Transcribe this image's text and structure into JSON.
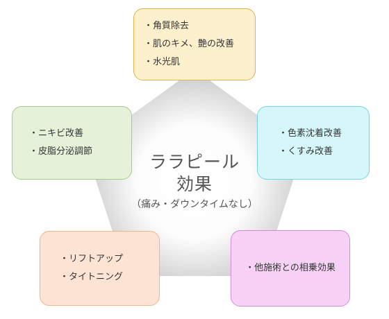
{
  "center": {
    "title_line1": "ララピール",
    "title_line2": "効果",
    "subtitle": "（痛み・ダウンタイムなし）"
  },
  "boxes": {
    "top": [
      "・角質除去",
      "・肌のキメ、艶の改善",
      "・水光肌"
    ],
    "left": [
      "・ニキビ改善",
      "・皮脂分泌調節"
    ],
    "right": [
      "・色素沈着改善",
      "・くすみ改善"
    ],
    "bottom_left": [
      "・リフトアップ",
      "・タイトニング"
    ],
    "bottom_right": [
      "・他施術との相乗効果"
    ]
  },
  "colors": {
    "top_border": "#e0b24a",
    "top_fill": "#fdf0cc",
    "left_border": "#a9c98c",
    "left_fill": "#e6f1da",
    "right_border": "#7ad2e6",
    "right_fill": "#d6f7fa",
    "bottom_left_border": "#f0b48a",
    "bottom_left_fill": "#fde3d3",
    "bottom_right_border": "#d58ad8",
    "bottom_right_fill": "#f8d2f6",
    "pentagon": "#d0d0d0"
  }
}
